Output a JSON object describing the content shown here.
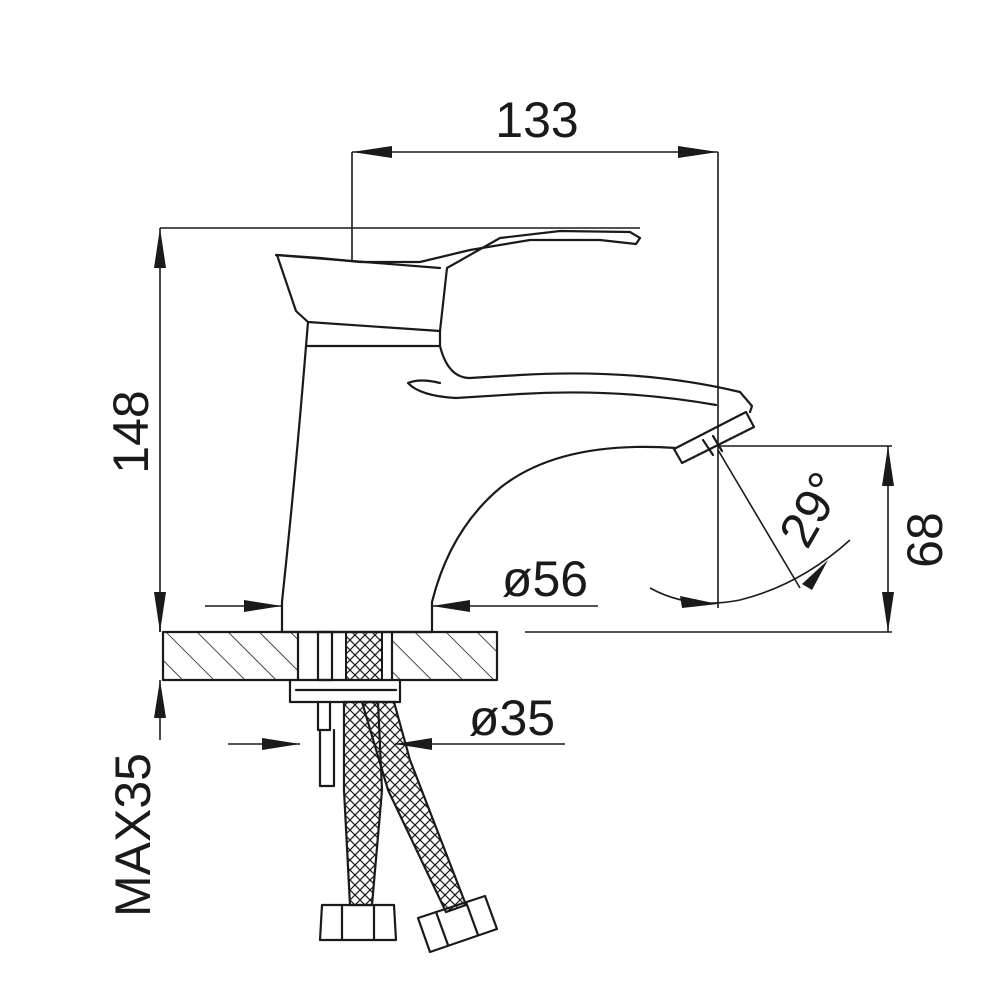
{
  "dimensions": {
    "spout_reach": "133",
    "total_height": "148",
    "spout_height": "68",
    "spout_angle": "29°",
    "base_diameter": "ø56",
    "shank_diameter": "ø35",
    "max_deck_thickness": "MAX35"
  },
  "icons": {
    "faucet": "faucet-outline",
    "hoses": "braided-hose",
    "deck": "hatched-deck-section"
  }
}
